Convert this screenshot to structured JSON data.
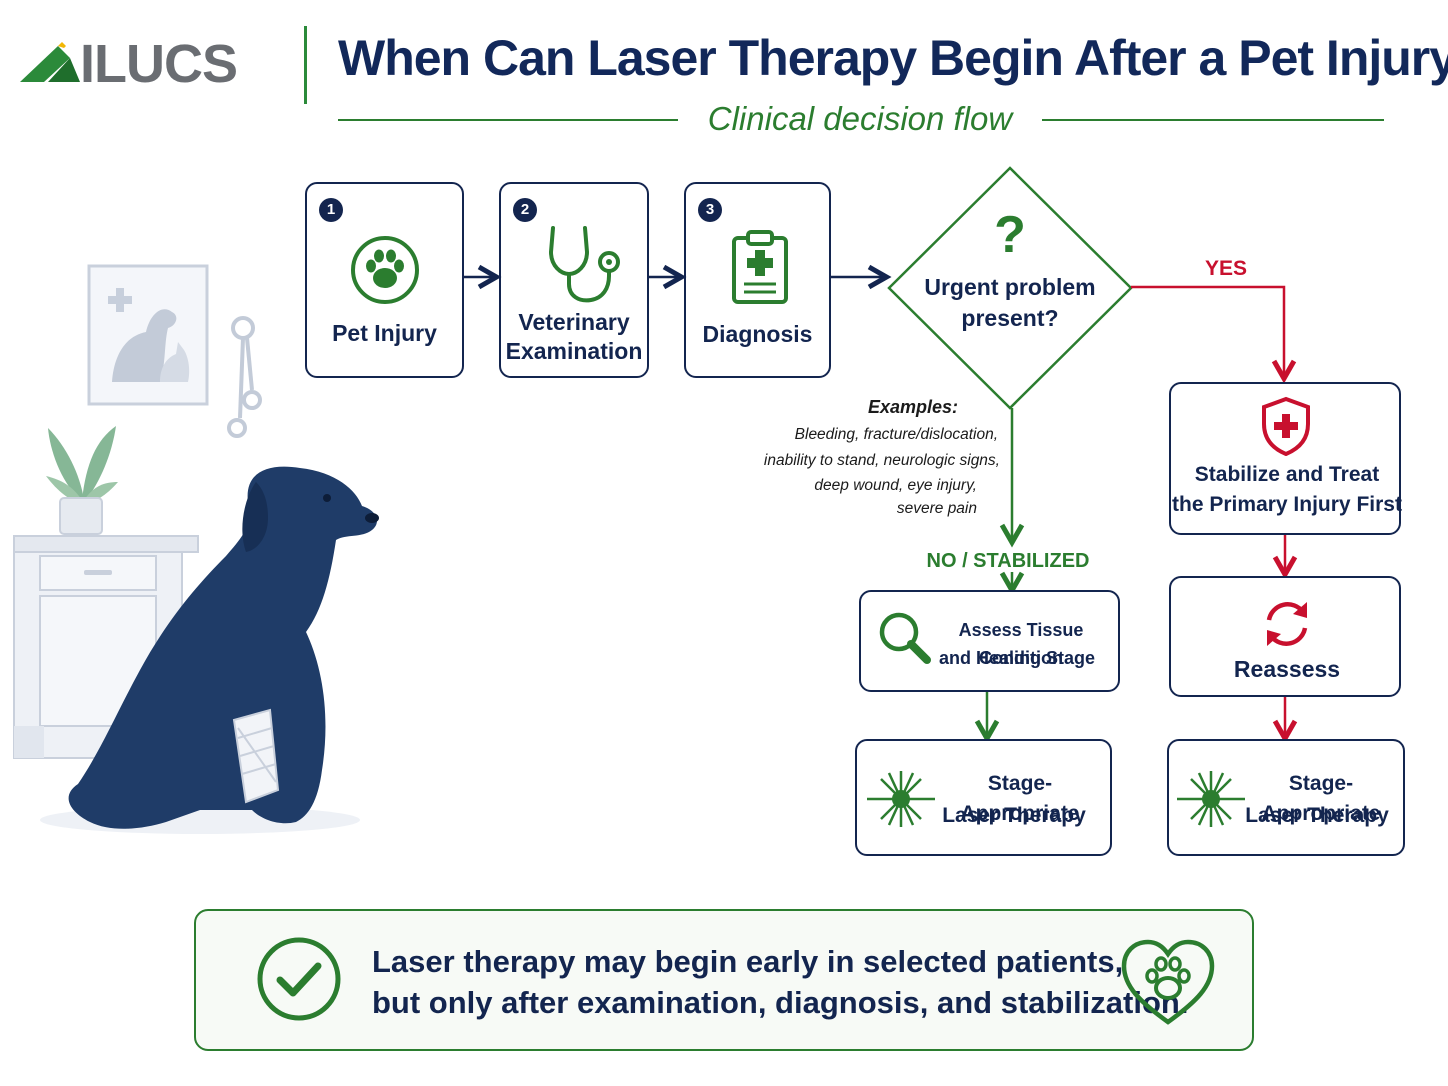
{
  "header": {
    "logo_text": "ILUCS",
    "title": "When Can Laser Therapy Begin After a Pet Injury?",
    "subtitle": "Clinical decision flow"
  },
  "steps": [
    {
      "number": "1",
      "label": "Pet Injury",
      "icon": "paw-icon"
    },
    {
      "number": "2",
      "label_line1": "Veterinary",
      "label_line2": "Examination",
      "icon": "stethoscope-icon"
    },
    {
      "number": "3",
      "label": "Diagnosis",
      "icon": "clipboard-icon"
    }
  ],
  "decision": {
    "symbol": "?",
    "line1": "Urgent problem",
    "line2": "present?",
    "yes_label": "YES",
    "no_label": "NO / STABILIZED"
  },
  "examples": {
    "title": "Examples:",
    "lines": [
      "Bleeding, fracture/dislocation,",
      "inability to stand, neurologic signs,",
      "deep wound, eye injury,",
      "severe pain"
    ]
  },
  "no_branch": {
    "assess_line1": "Assess Tissue Condition",
    "assess_line2": "and Healing Stage",
    "laser_line1": "Stage-Appropriate",
    "laser_line2": "Laser Therapy"
  },
  "yes_branch": {
    "stabilize_line1": "Stabilize and Treat",
    "stabilize_line2": "the Primary Injury First",
    "reassess": "Reassess",
    "laser_line1": "Stage-Appropriate",
    "laser_line2": "Laser Therapy"
  },
  "banner": {
    "line1": "Laser therapy may begin early in selected patients,",
    "line2": "but only after examination, diagnosis, and stabilization."
  },
  "colors": {
    "navy": "#13254f",
    "green": "#2b7d2f",
    "red": "#c8102e",
    "gray": "#6a6d72"
  }
}
